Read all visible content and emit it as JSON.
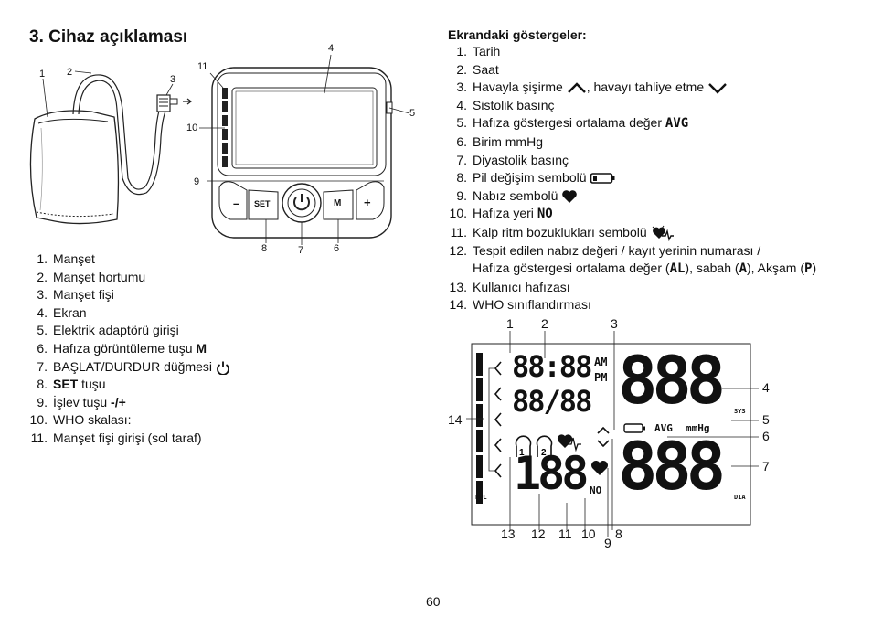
{
  "title": "3. Cihaz açıklaması",
  "device_labels": {
    "n1": "1",
    "n2": "2",
    "n3": "3",
    "n4": "4",
    "n5": "5",
    "n6": "6",
    "n7": "7",
    "n8": "8",
    "n9": "9",
    "n10": "10",
    "n11": "11",
    "btn_minus": "–",
    "btn_set": "SET",
    "btn_m": "M",
    "btn_plus": "+"
  },
  "parts_list": [
    {
      "num": "1.",
      "text": "Manşet"
    },
    {
      "num": "2.",
      "text": "Manşet hortumu"
    },
    {
      "num": "3.",
      "text": "Manşet fişi"
    },
    {
      "num": "4.",
      "text": "Ekran"
    },
    {
      "num": "5.",
      "text": "Elektrik adaptörü girişi"
    },
    {
      "num": "6.",
      "text": "Hafıza görüntüleme tuşu",
      "bold": "M"
    },
    {
      "num": "7.",
      "text": "BAŞLAT/DURDUR düğmesi"
    },
    {
      "num": "8.",
      "bold_before": "SET",
      "text": " tuşu"
    },
    {
      "num": "9.",
      "text": "İşlev tuşu",
      "bold": "-/+"
    },
    {
      "num": "10.",
      "text": "WHO skalası:"
    },
    {
      "num": "11.",
      "text": "Manşet fişi girişi (sol taraf)"
    }
  ],
  "indicators_heading": "Ekrandaki göstergeler:",
  "indicators": [
    {
      "num": "1.",
      "text": "Tarih"
    },
    {
      "num": "2.",
      "text": "Saat"
    },
    {
      "num": "3.",
      "text": "Havayla şişirme",
      "text2": ", havayı tahliye etme"
    },
    {
      "num": "4.",
      "text": "Sistolik basınç"
    },
    {
      "num": "5.",
      "text": "Hafıza göstergesi ortalama değer",
      "symbol": "AVG"
    },
    {
      "num": "6.",
      "text": "Birim mmHg"
    },
    {
      "num": "7.",
      "text": "Diyastolik basınç"
    },
    {
      "num": "8.",
      "text": "Pil değişim sembolü"
    },
    {
      "num": "9.",
      "text": "Nabız sembolü"
    },
    {
      "num": "10.",
      "text": "Hafıza yeri",
      "symbol": "NO"
    },
    {
      "num": "11.",
      "text": "Kalp ritm bozuklukları sembolü"
    },
    {
      "num": "12.",
      "text": "Tespit edilen nabız değeri / kayıt yerinin numarası /",
      "cont_a": "Hafıza göstergesi ortalama değer (",
      "sym_al": "AL",
      "cont_b": "), sabah (",
      "sym_a": "A",
      "cont_c": "), Akşam (",
      "sym_p": "P",
      "cont_d": ")"
    },
    {
      "num": "13.",
      "text": "Kullanıcı hafızası"
    },
    {
      "num": "14.",
      "text": "WHO sınıflandırması"
    }
  ],
  "lcd": {
    "date_digits": "88:88",
    "am": "AM",
    "pm": "PM",
    "date2_digits": "88/88",
    "sys_digits": "888",
    "dia_digits": "888",
    "pul_digits": "188",
    "avg": "AVG",
    "mmhg": "mmHg",
    "no": "NO",
    "sys": "SYS",
    "dia": "DIA",
    "pul": "PUL",
    "user1": "1",
    "user2": "2",
    "callouts": {
      "c1": "1",
      "c2": "2",
      "c3": "3",
      "c4": "4",
      "c5": "5",
      "c6": "6",
      "c7": "7",
      "c8": "8",
      "c9": "9",
      "c10": "10",
      "c11": "11",
      "c12": "12",
      "c13": "13",
      "c14": "14"
    }
  },
  "page_number": "60"
}
